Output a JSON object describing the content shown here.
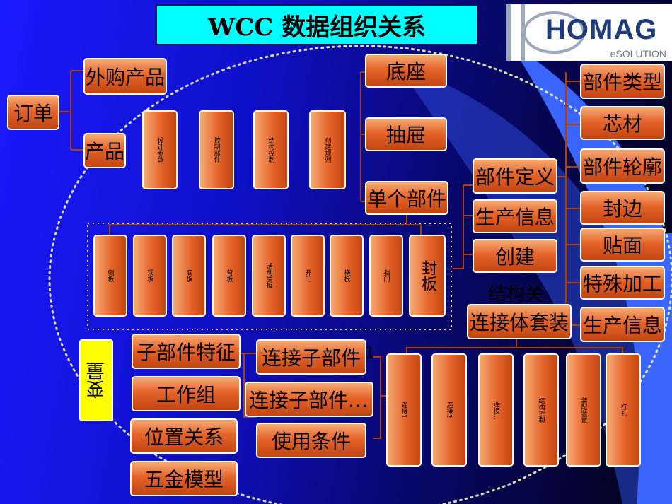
{
  "title": "WCC 数据组织关系",
  "logo": {
    "name": "HOMAG",
    "sub": "eSOLUTION"
  },
  "boxes": {
    "order": "订单",
    "purchased": "外购产品",
    "product": "产品",
    "base": "底座",
    "drawer": "抽屉",
    "single_part": "单个部件",
    "part_def": "部件定义",
    "prod_info_mid": "生产信息",
    "create": "创建",
    "part_type": "部件类型",
    "core": "芯材",
    "contour": "部件轮廓",
    "edge": "封边",
    "veneer": "贴面",
    "special": "特殊加工",
    "prod_info_right": "生产信息",
    "connector_kit": "连接体套装",
    "sub_feature": "子部件特征",
    "workgroup": "工作组",
    "position": "位置关系",
    "hardware": "五金模型",
    "connect_sub1": "连接子部件",
    "connect_sub2": "连接子部件…",
    "use_cond": "使用条件",
    "variable": "变量",
    "overlap_text": "结构关",
    "dots_text": "1",
    "seal_board": "封板"
  },
  "small_labels": {
    "top_row": [
      "设计参数",
      "控制部件",
      "结构控制",
      "创建规则"
    ],
    "mid_row": [
      "侧板",
      "顶板",
      "底板",
      "背板",
      "活动层板",
      "开门",
      "横板",
      "挡门"
    ],
    "bot_row": [
      "连接1",
      "连接2",
      "连接…",
      "结构控制",
      "装配装置",
      "打孔"
    ]
  }
}
